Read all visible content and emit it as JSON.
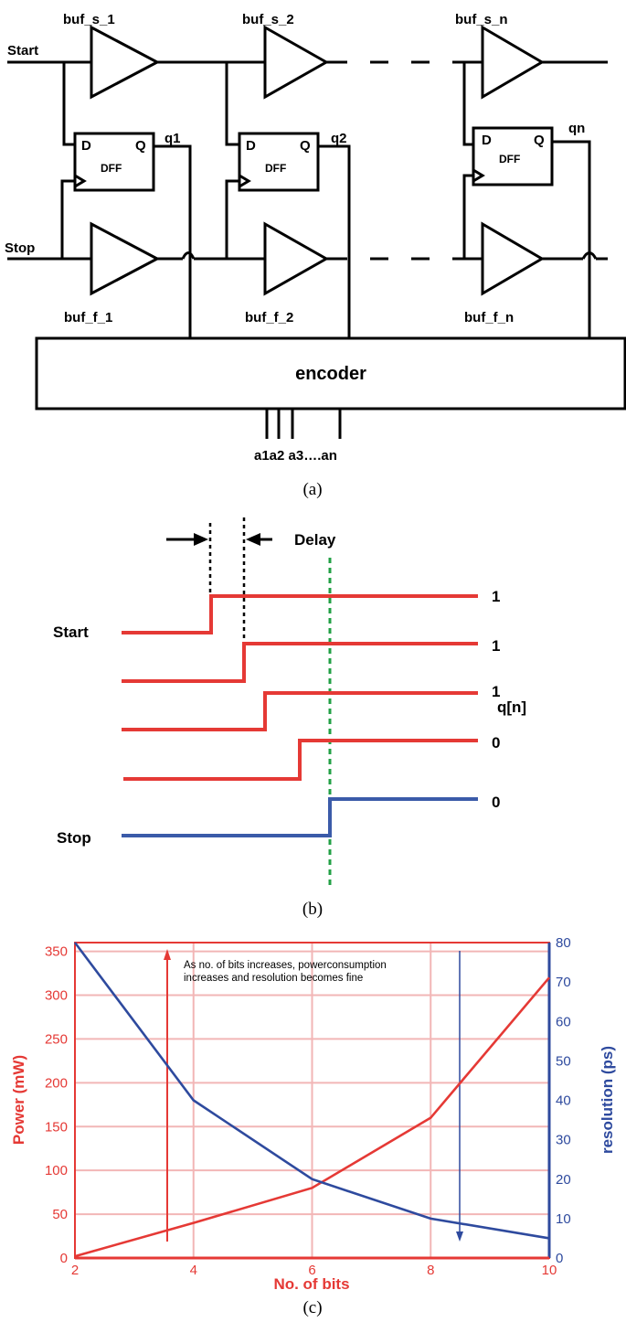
{
  "panel_a": {
    "caption": "(a)",
    "signals": {
      "start": "Start",
      "stop": "Stop"
    },
    "buffers_s": [
      "buf_s_1",
      "buf_s_2",
      "buf_s_n"
    ],
    "buffers_f": [
      "buf_f_1",
      "buf_f_2",
      "buf_f_n"
    ],
    "dff": {
      "label": "DFF",
      "d": "D",
      "q": "Q"
    },
    "outputs": [
      "q1",
      "q2",
      "qn"
    ],
    "encoder": "encoder",
    "encoder_outputs": "a1a2 a3….an"
  },
  "panel_b": {
    "caption": "(b)",
    "delay": "Delay",
    "start": "Start",
    "stop": "Stop",
    "qn": "q[n]",
    "levels": [
      "1",
      "1",
      "1",
      "0",
      "0"
    ],
    "colors": {
      "start_lines": "#e53935",
      "stop_line": "#3b5ba9",
      "marker": "#22a045"
    }
  },
  "panel_c": {
    "caption": "(c)",
    "annotation": [
      "As no. of bits increases, powerconsumption",
      "increases  and resolution becomes fine"
    ],
    "colors": {
      "power": "#e53935",
      "resolution": "#2e4a9e",
      "grid": "#f2b6b6"
    }
  },
  "chart_data": {
    "type": "line",
    "xlabel": "No. of bits",
    "ylabel": "Power (mW)",
    "y2label": "resolution (ps)",
    "x": [
      2,
      4,
      6,
      8,
      10
    ],
    "xlim": [
      2,
      10
    ],
    "xticks": [
      "2",
      "4",
      "6",
      "8",
      "10"
    ],
    "ylim": [
      0,
      360
    ],
    "yticks": [
      "0",
      "50",
      "100",
      "150",
      "200",
      "250",
      "300",
      "350"
    ],
    "y2lim": [
      0,
      80
    ],
    "y2ticks": [
      "0",
      "10",
      "20",
      "30",
      "40",
      "50",
      "60",
      "70",
      "80"
    ],
    "grid": true,
    "series": [
      {
        "axis": "left",
        "values": [
          2,
          40,
          80,
          160,
          320
        ]
      },
      {
        "axis": "right",
        "values": [
          80,
          40,
          20,
          10,
          5
        ]
      }
    ]
  }
}
